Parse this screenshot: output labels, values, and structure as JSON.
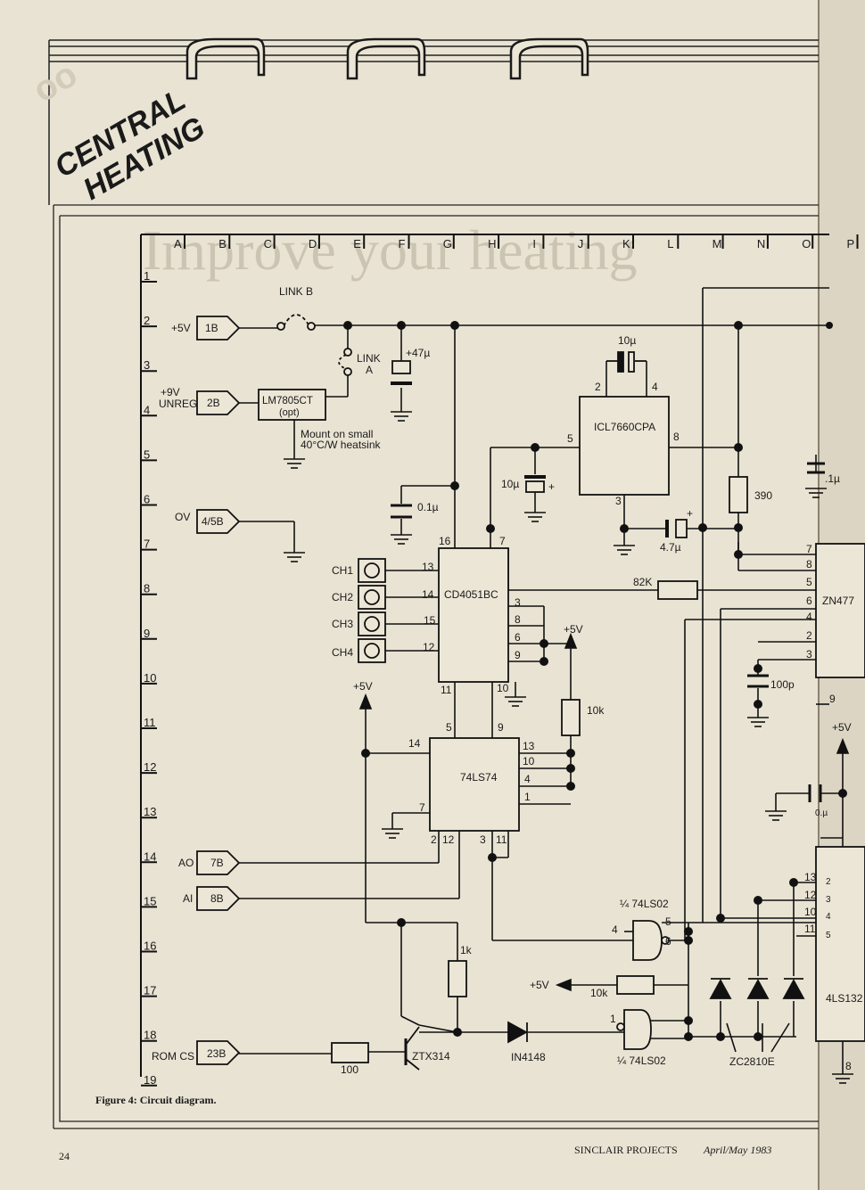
{
  "header": {
    "logo_line1": "CENTRAL",
    "logo_line2": "HEATING",
    "ghost_title": "Improve your heating"
  },
  "grid": {
    "columns": [
      "A",
      "B",
      "C",
      "D",
      "E",
      "F",
      "G",
      "H",
      "I",
      "J",
      "K",
      "L",
      "M",
      "N",
      "O",
      "P"
    ],
    "rows": [
      "1",
      "2",
      "3",
      "4",
      "5",
      "6",
      "7",
      "8",
      "9",
      "10",
      "11",
      "12",
      "13",
      "14",
      "15",
      "16",
      "17",
      "18",
      "19"
    ]
  },
  "connectors": {
    "p1": {
      "supply": "+5V",
      "pin": "1B"
    },
    "p2": {
      "supply_line1": "+9V",
      "supply_line2": "UNREG",
      "pin": "2B"
    },
    "p3": {
      "supply": "OV",
      "pin": "4/5B"
    },
    "p4": {
      "signal": "AO",
      "pin": "7B"
    },
    "p5": {
      "signal": "AI",
      "pin": "8B"
    },
    "p6": {
      "signal": "ROM CS",
      "pin": "23B"
    }
  },
  "labels": {
    "link_b": "LINK B",
    "link_a_line1": "LINK",
    "link_a_line2": "A",
    "regulator": "LM7805CT",
    "regulator_opt": "(opt)",
    "mount_line1": "Mount on small",
    "mount_line2": "40°C/W heatsink",
    "cap_47": "+47µ",
    "cap_01": "0.1µ",
    "cap_10_top": "10µ",
    "cap_10_left": "10µ",
    "cap_47b": "4.7µ",
    "cap_100p": "100p",
    "cap_side": ".1µ",
    "cap_side2": "0.µ",
    "icl": "ICL7660CPA",
    "icl_pin2": "2",
    "icl_pin4": "4",
    "icl_pin5": "5",
    "icl_pin8": "8",
    "icl_pin3": "3",
    "res_390": "390",
    "res_82k": "82K",
    "res_10k_a": "10k",
    "res_10k_b": "10k",
    "res_1k": "1k",
    "res_100": "100",
    "mux": "CD4051BC",
    "mux_pins": [
      "16",
      "7",
      "13",
      "14",
      "15",
      "12",
      "3",
      "8",
      "6",
      "9",
      "11",
      "10"
    ],
    "channels": [
      "CH1",
      "CH2",
      "CH3",
      "CH4"
    ],
    "ff": "74LS74",
    "ff_pins": [
      "5",
      "9",
      "14",
      "13",
      "10",
      "4",
      "1",
      "7",
      "2",
      "12",
      "3",
      "11"
    ],
    "plus5v": "+5V",
    "zn": "ZN477",
    "zn_pins": [
      "7",
      "8",
      "5",
      "6",
      "4",
      "2",
      "3",
      "9"
    ],
    "nor_top": "¼ 74LS02",
    "nor_bottom": "¼ 74LS02",
    "nor_pins": [
      "4",
      "5",
      "6",
      "1"
    ],
    "transistor": "ZTX314",
    "diode": "IN4148",
    "zener": "ZC2810E",
    "ls132": "4LS132",
    "ls_pins": [
      "13",
      "12",
      "10",
      "11"
    ],
    "ls_pin8": "8",
    "edge_pins": [
      "2",
      "3",
      "4",
      "5"
    ]
  },
  "footer": {
    "caption": "Figure 4: Circuit diagram.",
    "page_number": "24",
    "magazine": "SINCLAIR PROJECTS",
    "issue": "April/May 1983"
  }
}
